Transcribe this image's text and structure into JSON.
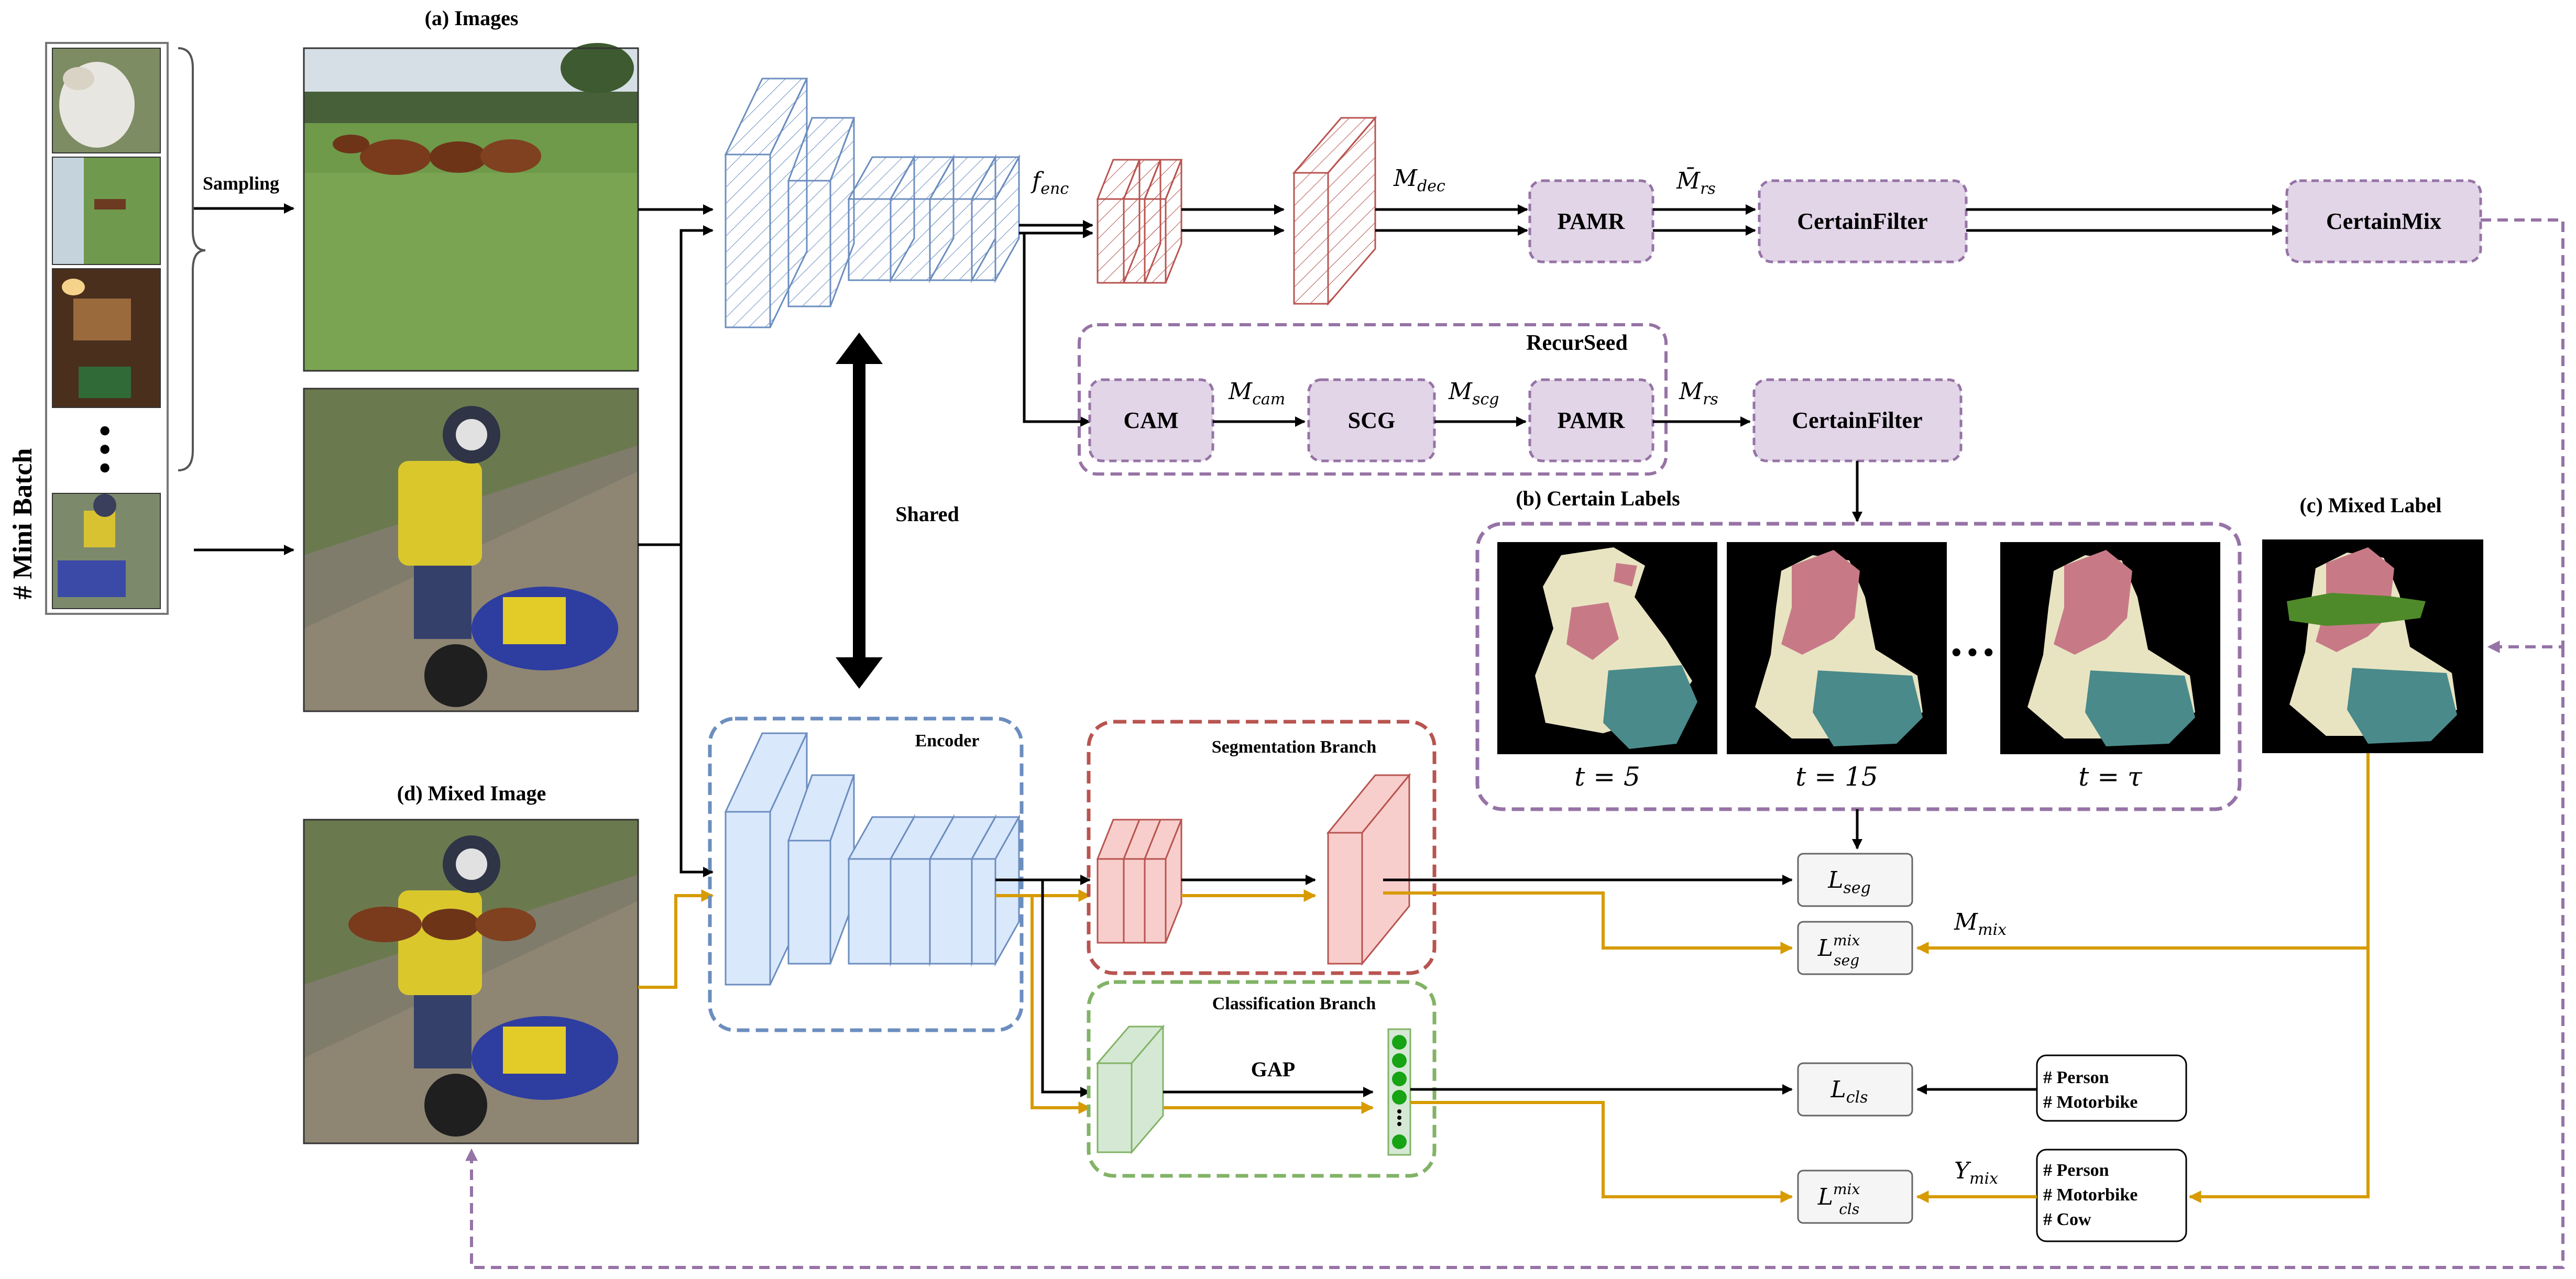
{
  "panels": {
    "images": "(a) Images",
    "certain_labels": "(b) Certain Labels",
    "mixed_label": "(c)  Mixed Label",
    "mixed_image": "(d) Mixed Image"
  },
  "left": {
    "mini_batch": "# Mini Batch",
    "sampling": "Sampling",
    "ellipsis": "•••"
  },
  "shared": "Shared",
  "top_path": {
    "f_enc": "f",
    "f_enc_sub": "enc",
    "m_dec": "M",
    "m_dec_sub": "dec",
    "m_rs_bar": "M̄",
    "m_rs_bar_sub": "rs",
    "pamr": "PAMR",
    "certain_filter": "CertainFilter",
    "certain_mix": "CertainMix"
  },
  "recurseed": {
    "title": "RecurSeed",
    "cam": "CAM",
    "m_cam": "M",
    "m_cam_sub": "cam",
    "scg": "SCG",
    "m_scg": "M",
    "m_scg_sub": "scg",
    "pamr": "PAMR",
    "m_rs": "M",
    "m_rs_sub": "rs",
    "certain_filter": "CertainFilter"
  },
  "iterations": {
    "t1": "t = 5",
    "t2": "t = 15",
    "t3": "t = τ",
    "dots": "•••"
  },
  "bottom": {
    "encoder": "Encoder",
    "seg_branch": "Segmentation Branch",
    "cls_branch": "Classification Branch",
    "gap": "GAP"
  },
  "losses": {
    "l_seg": "L",
    "l_seg_sub": "seg",
    "l_seg_mix": "L",
    "l_seg_mix_sup": "mix",
    "l_seg_mix_sub": "seg",
    "l_cls": "L",
    "l_cls_sub": "cls",
    "l_cls_mix": "L",
    "l_cls_mix_sup": "mix",
    "l_cls_mix_sub": "cls",
    "m_mix": "M",
    "m_mix_sub": "mix",
    "y_mix": "Y",
    "y_mix_sub": "mix"
  },
  "labels_box1": [
    "# Person",
    "# Motorbike"
  ],
  "labels_box2": [
    "# Person",
    "# Motorbike",
    "# Cow"
  ],
  "colors": {
    "black": "#000000",
    "orange": "#d79b00",
    "purple": "#9673a6",
    "purple_fill": "#e1d5e7",
    "blue_stroke": "#6c8ebf",
    "blue_fill": "#dae8fc",
    "red_stroke": "#b85450",
    "red_fill": "#f8cecc",
    "green_stroke": "#82b366",
    "green_fill": "#d5e8d4",
    "seg_bg": "#000000",
    "seg_cream": "#e8e4c2",
    "seg_pink": "#c77a86",
    "seg_teal": "#4a8a8a",
    "seg_green": "#4f8a2a"
  }
}
